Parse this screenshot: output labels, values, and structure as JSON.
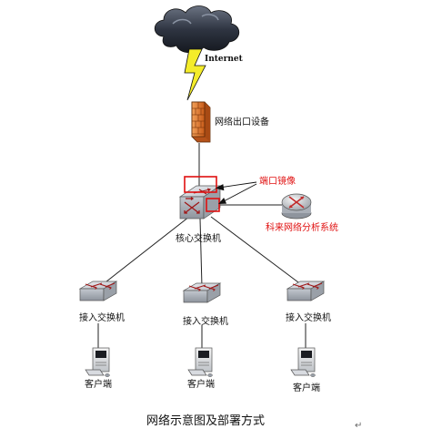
{
  "internet": {
    "label": "Internet"
  },
  "gateway": {
    "label": "网络出口设备"
  },
  "port_mirror": {
    "label": "端口镜像"
  },
  "analyzer": {
    "label": "科来网络分析系统"
  },
  "core_switch": {
    "label": "核心交换机"
  },
  "access_switches": [
    {
      "label": "接入交换机"
    },
    {
      "label": "接入交换机"
    },
    {
      "label": "接入交换机"
    }
  ],
  "clients": [
    {
      "label": "客户端"
    },
    {
      "label": "客户端"
    },
    {
      "label": "客户端"
    }
  ],
  "caption": "网络示意图及部署方式",
  "return_mark": "↵",
  "colors": {
    "mirror_red": "#e01010",
    "cloud_dark": "#2a2f3a",
    "lightning": "#f4ec2a",
    "firewall": "#e07a2a",
    "switch_body": "#c9cdd4",
    "router_red": "#c22a2a"
  },
  "icons": [
    "cloud-icon",
    "lightning-icon",
    "firewall-icon",
    "switch-icon",
    "router-icon",
    "computer-icon"
  ]
}
